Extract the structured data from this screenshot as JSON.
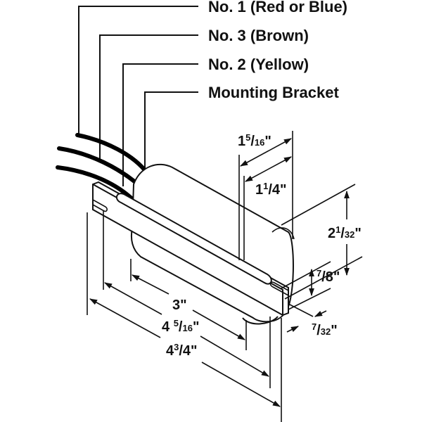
{
  "diagram": {
    "subject": "Ballast / capacitor with mounting bracket",
    "callouts": [
      {
        "id": "wire-1",
        "label": "No. 1 (Red or Blue)"
      },
      {
        "id": "wire-3",
        "label": "No. 3 (Brown)"
      },
      {
        "id": "wire-2",
        "label": "No. 2 (Yellow)"
      },
      {
        "id": "bracket",
        "label": "Mounting Bracket"
      }
    ],
    "dimensions": {
      "body_depth_outer": {
        "whole": "1",
        "num": "5",
        "den": "16",
        "unit": "\""
      },
      "body_depth_inner": {
        "whole": "1",
        "num": "1",
        "den": "4",
        "unit": "\""
      },
      "height": {
        "whole": "2",
        "num": "1",
        "den": "32",
        "unit": "\""
      },
      "bracket_height": {
        "whole": "",
        "num": "7",
        "den": "8",
        "unit": "\""
      },
      "bracket_thickness": {
        "whole": "",
        "num": "7",
        "den": "32",
        "unit": "\""
      },
      "body_length": {
        "whole": "3",
        "num": "",
        "den": "",
        "unit": "\""
      },
      "slot_spacing": {
        "whole": "4 ",
        "num": "5",
        "den": "16",
        "unit": "\""
      },
      "overall_length": {
        "whole": "4",
        "num": "3",
        "den": "4",
        "unit": "\""
      }
    }
  }
}
